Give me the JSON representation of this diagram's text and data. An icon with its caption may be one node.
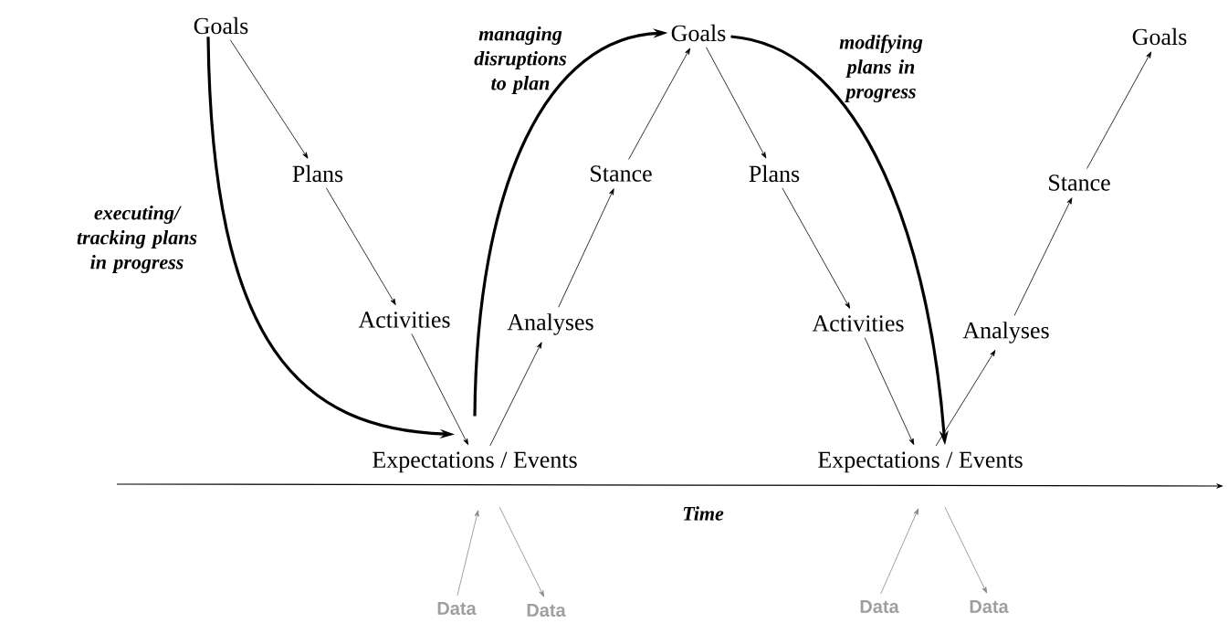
{
  "diagram": {
    "nodes": [
      {
        "text": [
          "Goals"
        ]
      },
      {
        "text": [
          "Plans"
        ]
      },
      {
        "text": [
          "Activities"
        ]
      },
      {
        "text": [
          "Expectations / Events"
        ]
      },
      {
        "text": [
          "Analyses"
        ]
      },
      {
        "text": [
          "Stance"
        ]
      },
      {
        "text": [
          "Goals"
        ]
      },
      {
        "text": [
          "Plans"
        ]
      },
      {
        "text": [
          "Activities"
        ]
      },
      {
        "text": [
          "Analyses"
        ]
      },
      {
        "text": [
          "Expectations / Events"
        ]
      },
      {
        "text": [
          "Stance"
        ]
      },
      {
        "text": [
          "Goals"
        ]
      },
      {
        "text": [
          "Data"
        ]
      },
      {
        "text": [
          "Data"
        ]
      },
      {
        "text": [
          "Data"
        ]
      },
      {
        "text": [
          "Data"
        ]
      }
    ],
    "edges": [
      {
        "from": 0,
        "to": 1,
        "arrow": "to"
      },
      {
        "from": 1,
        "to": 2,
        "arrow": "to"
      },
      {
        "from": 2,
        "to": 3,
        "arrow": "to"
      },
      {
        "from": 3,
        "to": 4,
        "arrow": "to"
      },
      {
        "from": 4,
        "to": 5,
        "arrow": "to"
      },
      {
        "from": 5,
        "to": 6,
        "arrow": "to"
      },
      {
        "from": 6,
        "to": 7,
        "arrow": "to"
      },
      {
        "from": 7,
        "to": 8,
        "arrow": "to"
      },
      {
        "from": 8,
        "to": 10,
        "arrow": "to"
      },
      {
        "from": 10,
        "to": 9,
        "arrow": "to"
      },
      {
        "from": 9,
        "to": 11,
        "arrow": "to"
      },
      {
        "from": 11,
        "to": 12,
        "arrow": "to"
      },
      {
        "from": 0,
        "to": 3,
        "arrow": "to",
        "style": "thick",
        "label": "executing/ tracking plans in progress"
      },
      {
        "from": 3,
        "to": 6,
        "arrow": "to",
        "style": "thick",
        "label": "managing disruptions to plan"
      },
      {
        "from": 6,
        "to": 10,
        "arrow": "to",
        "style": "thick",
        "label": "modifying plans in progress"
      },
      {
        "from": 13,
        "to": 3,
        "arrow": "to",
        "color": "#888888"
      },
      {
        "from": 3,
        "to": 14,
        "arrow": "to",
        "color": "#888888"
      },
      {
        "from": 15,
        "to": 10,
        "arrow": "to",
        "color": "#888888"
      },
      {
        "from": 10,
        "to": 16,
        "arrow": "to",
        "color": "#888888"
      }
    ],
    "labels": [
      "Time"
    ]
  }
}
